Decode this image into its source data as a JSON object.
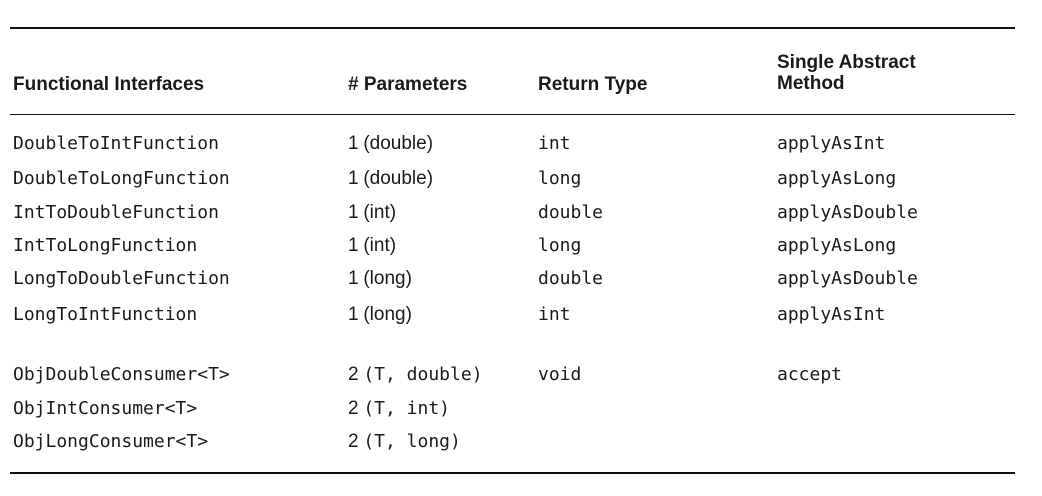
{
  "table": {
    "headers": {
      "interfaces": "Functional Interfaces",
      "parameters": "# Parameters",
      "return_type": "Return Type",
      "sam": "Single Abstract Method"
    },
    "rows": [
      {
        "interface": "DoubleToIntFunction",
        "count": "1",
        "types": "(double)",
        "return_type": "int",
        "method": "applyAsInt"
      },
      {
        "interface": "DoubleToLongFunction",
        "count": "1",
        "types": "(double)",
        "return_type": "long",
        "method": "applyAsLong"
      },
      {
        "interface": "IntToDoubleFunction",
        "count": "1",
        "types": "(int)",
        "return_type": "double",
        "method": "applyAsDouble"
      },
      {
        "interface": "IntToLongFunction",
        "count": "1",
        "types": "(int)",
        "return_type": "long",
        "method": "applyAsLong"
      },
      {
        "interface": "LongToDoubleFunction",
        "count": "1",
        "types": "(long)",
        "return_type": "double",
        "method": "applyAsDouble"
      },
      {
        "interface": "LongToIntFunction",
        "count": "1",
        "types": "(long)",
        "return_type": "int",
        "method": "applyAsInt"
      },
      {
        "interface": "ObjDoubleConsumer<T>",
        "count": "2",
        "types": "(T, double)",
        "return_type": "void",
        "method": "accept"
      },
      {
        "interface": "ObjIntConsumer<T>",
        "count": "2",
        "types": "(T, int)",
        "return_type": "",
        "method": ""
      },
      {
        "interface": "ObjLongConsumer<T>",
        "count": "2",
        "types": "(T, long)",
        "return_type": "",
        "method": ""
      }
    ]
  }
}
